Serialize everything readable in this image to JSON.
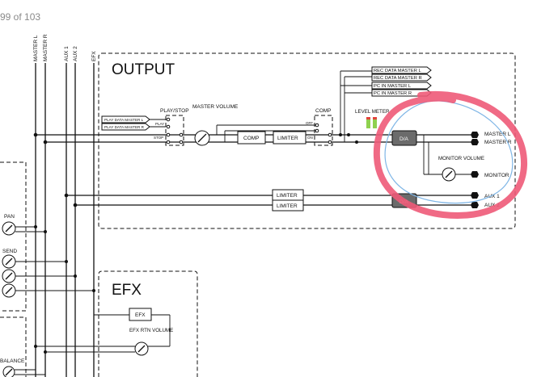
{
  "page": {
    "counter": "99 of 103"
  },
  "bus_labels": {
    "master_l": "MASTER L",
    "master_r": "MASTER R",
    "aux1": "AUX 1",
    "aux2": "AUX 2",
    "efx": "EFX"
  },
  "output": {
    "title": "OUTPUT",
    "play_data_master_l": "PLAY DATA MASTER L",
    "play_data_master_r": "PLAY DATA MASTER R",
    "play_stop": "PLAY/STOP",
    "play": "PLAY",
    "stop": "STOP",
    "master_volume": "MASTER VOLUME",
    "comp_box": "COMP",
    "limiter_box": "LIMITER",
    "comp_switch": "COMP",
    "off": "OFF",
    "on": "ON",
    "level_meter": "LEVEL METER",
    "rec_data_master_l": "REC DATA MASTER L",
    "rec_data_master_r": "REC DATA MASTER R",
    "pc_in_master_l": "PC IN MASTER L",
    "pc_in_master_r": "PC IN MASTER R",
    "da": "D/A",
    "monitor_volume": "MONITOR VOLUME",
    "out_master_l": "MASTER L",
    "out_master_r": "MASTER R",
    "out_monitor": "MONITOR",
    "out_aux1": "AUX 1",
    "out_aux2": "AUX 2",
    "aux_limiter": "LIMITER"
  },
  "left_panel": {
    "pan": "PAN",
    "send": "SEND",
    "balance": "BALANCE"
  },
  "efx": {
    "title": "EFX",
    "efx_box": "EFX",
    "efx_rtn_volume": "EFX RTN VOLUME"
  },
  "colors": {
    "annotation": "#ee5a78",
    "annotation_thin": "#7fb6e6",
    "meter_green": "#8fd14f",
    "meter_red": "#e2423c",
    "da_fill": "#6b6b6b"
  }
}
